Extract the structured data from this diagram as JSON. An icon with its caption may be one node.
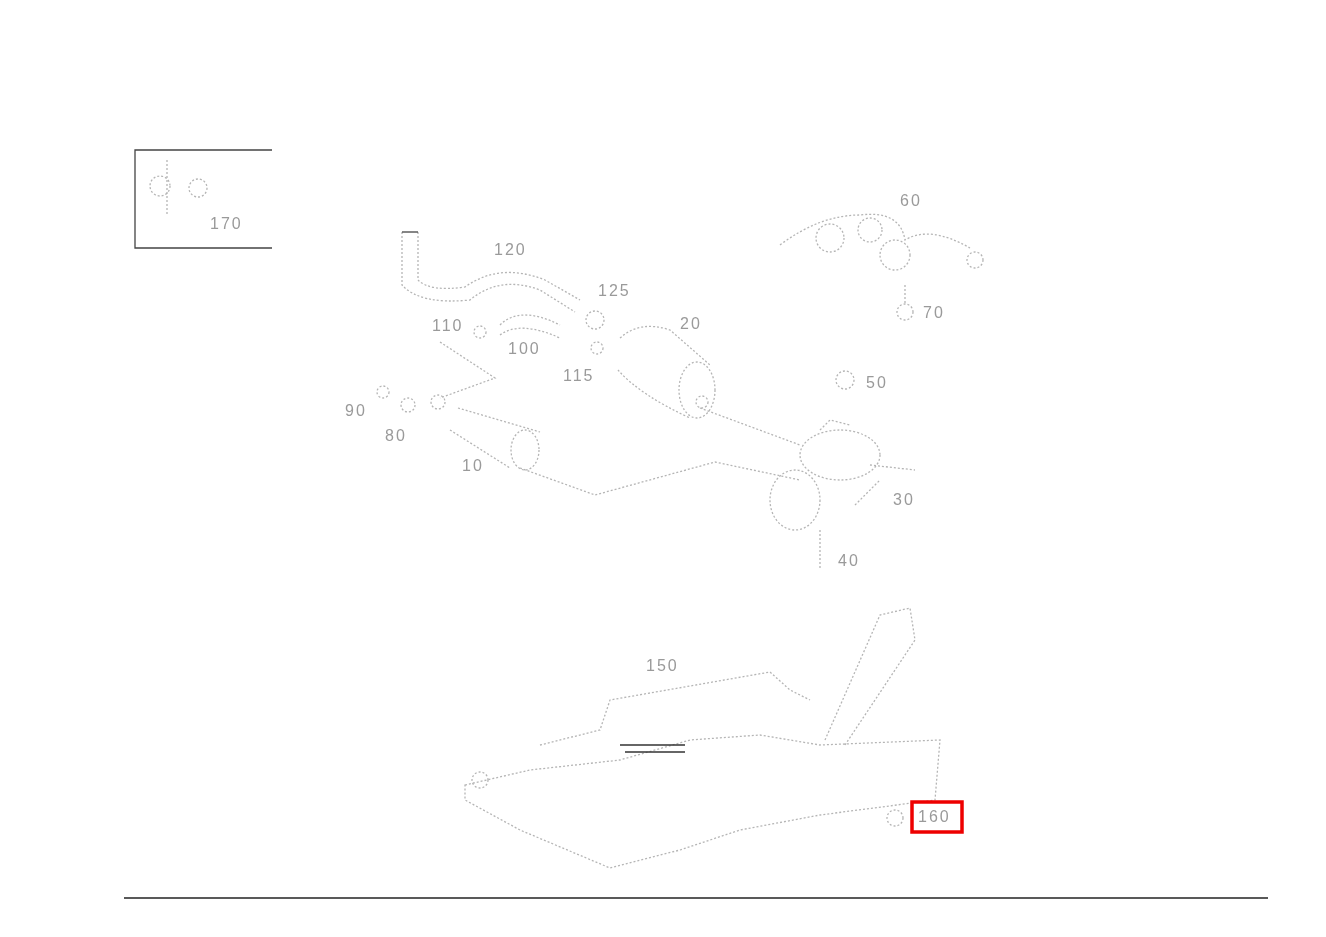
{
  "diagram": {
    "labels": [
      "170",
      "120",
      "125",
      "20",
      "110",
      "100",
      "115",
      "90",
      "80",
      "10",
      "60",
      "70",
      "50",
      "30",
      "40",
      "150",
      "160"
    ]
  }
}
